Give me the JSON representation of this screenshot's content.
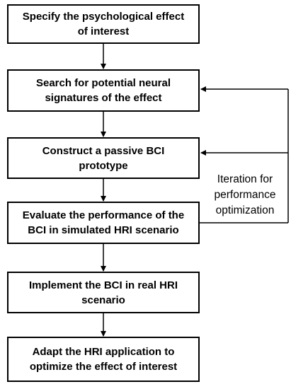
{
  "steps": [
    {
      "line1": "Specify the psychological effect",
      "line2": "of interest"
    },
    {
      "line1": "Search for potential neural",
      "line2": "signatures of the effect"
    },
    {
      "line1": "Construct a passive BCI",
      "line2": "prototype"
    },
    {
      "line1": "Evaluate the performance of the",
      "line2": "BCI in simulated HRI scenario"
    },
    {
      "line1": "Implement the BCI in real HRI",
      "line2": "scenario"
    },
    {
      "line1": "Adapt the HRI application to",
      "line2": "optimize the effect of interest"
    }
  ],
  "feedback_loop": {
    "line1": "Iteration for",
    "line2": "performance",
    "line3": "optimization"
  },
  "colors": {
    "stroke": "#000000",
    "background": "#ffffff"
  }
}
